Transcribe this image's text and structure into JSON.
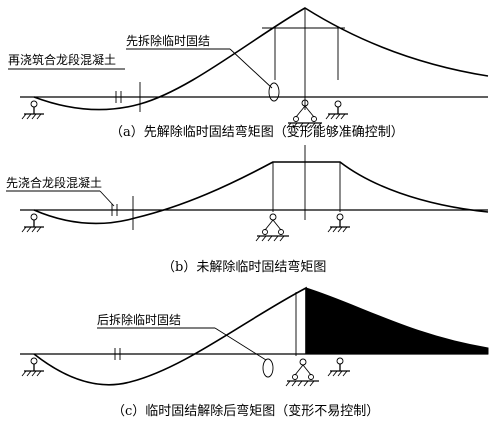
{
  "panel_a": {
    "label_pour": "再浇筑合龙段混凝土",
    "label_remove": "先拆除临时固结",
    "caption": "（a）先解除临时固结弯矩图（变形能够准确控制）"
  },
  "panel_b": {
    "label_pour": "先浇合龙段混凝土",
    "caption": "（b）未解除临时固结弯矩图"
  },
  "panel_c": {
    "label_remove": "后拆除临时固结",
    "caption": "（c）临时固结解除后弯矩图（变形不易控制）"
  }
}
